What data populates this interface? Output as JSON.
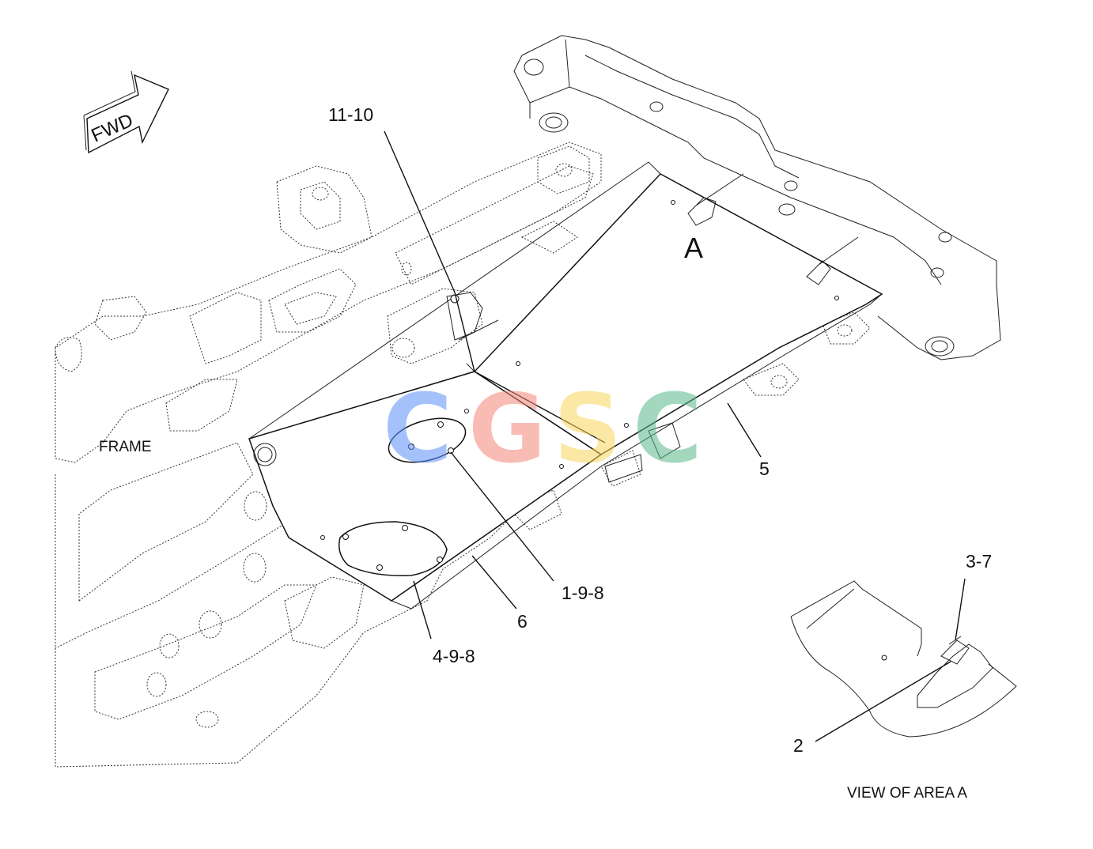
{
  "labels": {
    "fwd": "FWD",
    "frame": "FRAME",
    "area_letter": "A",
    "view_title": "VIEW OF AREA A"
  },
  "callouts": {
    "c11_10": "11-10",
    "c5": "5",
    "c1_9_8": "1-9-8",
    "c6": "6",
    "c4_9_8": "4-9-8",
    "c3_7": "3-7",
    "c2": "2"
  },
  "watermark": {
    "letters": [
      "C",
      "G",
      "S",
      "C"
    ],
    "colors": [
      "#5b8ff9",
      "#f4867a",
      "#f9d65b",
      "#5bba8a"
    ]
  }
}
